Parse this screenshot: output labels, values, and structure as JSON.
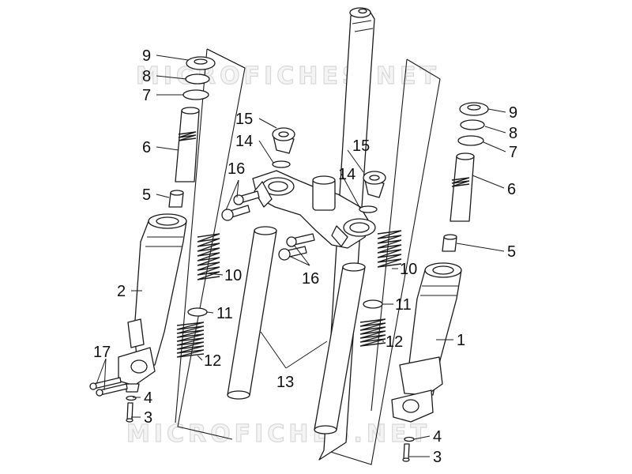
{
  "diagram": {
    "watermark": "MICROFICHES.NET",
    "callouts": [
      {
        "id": "left-9",
        "label": "9"
      },
      {
        "id": "left-8",
        "label": "8"
      },
      {
        "id": "left-7",
        "label": "7"
      },
      {
        "id": "left-6",
        "label": "6"
      },
      {
        "id": "left-5",
        "label": "5"
      },
      {
        "id": "left-2",
        "label": "2"
      },
      {
        "id": "left-17",
        "label": "17"
      },
      {
        "id": "left-4",
        "label": "4"
      },
      {
        "id": "left-3",
        "label": "3"
      },
      {
        "id": "center-15a",
        "label": "15"
      },
      {
        "id": "center-14a",
        "label": "14"
      },
      {
        "id": "center-16a",
        "label": "16"
      },
      {
        "id": "center-15b",
        "label": "15"
      },
      {
        "id": "center-14b",
        "label": "14"
      },
      {
        "id": "center-16b",
        "label": "16"
      },
      {
        "id": "center-10a",
        "label": "10"
      },
      {
        "id": "center-11a",
        "label": "11"
      },
      {
        "id": "center-12a",
        "label": "12"
      },
      {
        "id": "center-13",
        "label": "13"
      },
      {
        "id": "center-10b",
        "label": "10"
      },
      {
        "id": "center-11b",
        "label": "11"
      },
      {
        "id": "center-12b",
        "label": "12"
      },
      {
        "id": "right-9",
        "label": "9"
      },
      {
        "id": "right-8",
        "label": "8"
      },
      {
        "id": "right-7",
        "label": "7"
      },
      {
        "id": "right-6",
        "label": "6"
      },
      {
        "id": "right-5",
        "label": "5"
      },
      {
        "id": "right-1",
        "label": "1"
      },
      {
        "id": "right-4",
        "label": "4"
      },
      {
        "id": "right-3",
        "label": "3"
      }
    ],
    "colors": {
      "background": "#ffffff",
      "line": "#1a1a1a",
      "watermark": "#d8d8d8"
    }
  }
}
